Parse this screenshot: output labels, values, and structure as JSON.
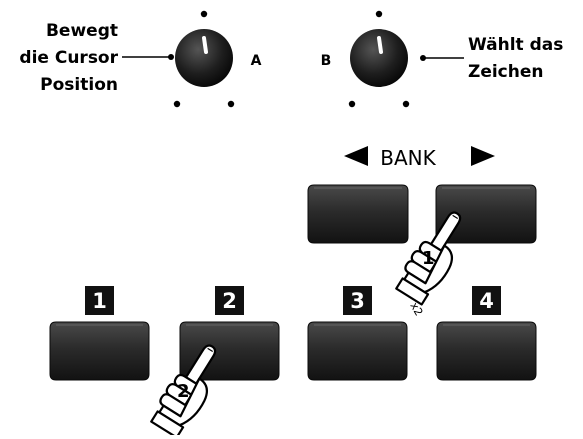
{
  "left_label": [
    "Bewegt",
    "die Cursor",
    "Position"
  ],
  "right_label": [
    "Wählt das",
    "Zeichen"
  ],
  "knob_a_label": "A",
  "knob_b_label": "B",
  "bank": {
    "label": "BANK",
    "left_arrow_icon": "triangle-left-icon",
    "right_arrow_icon": "triangle-right-icon"
  },
  "buttons": [
    "1",
    "2",
    "3",
    "4"
  ],
  "hand_steps": [
    "1",
    "2"
  ],
  "hand_1_hint": "x2",
  "colors": {
    "button_dark": "#161616",
    "button_light": "#3a3a3a",
    "number_tab": "#111111",
    "text": "#000000"
  }
}
